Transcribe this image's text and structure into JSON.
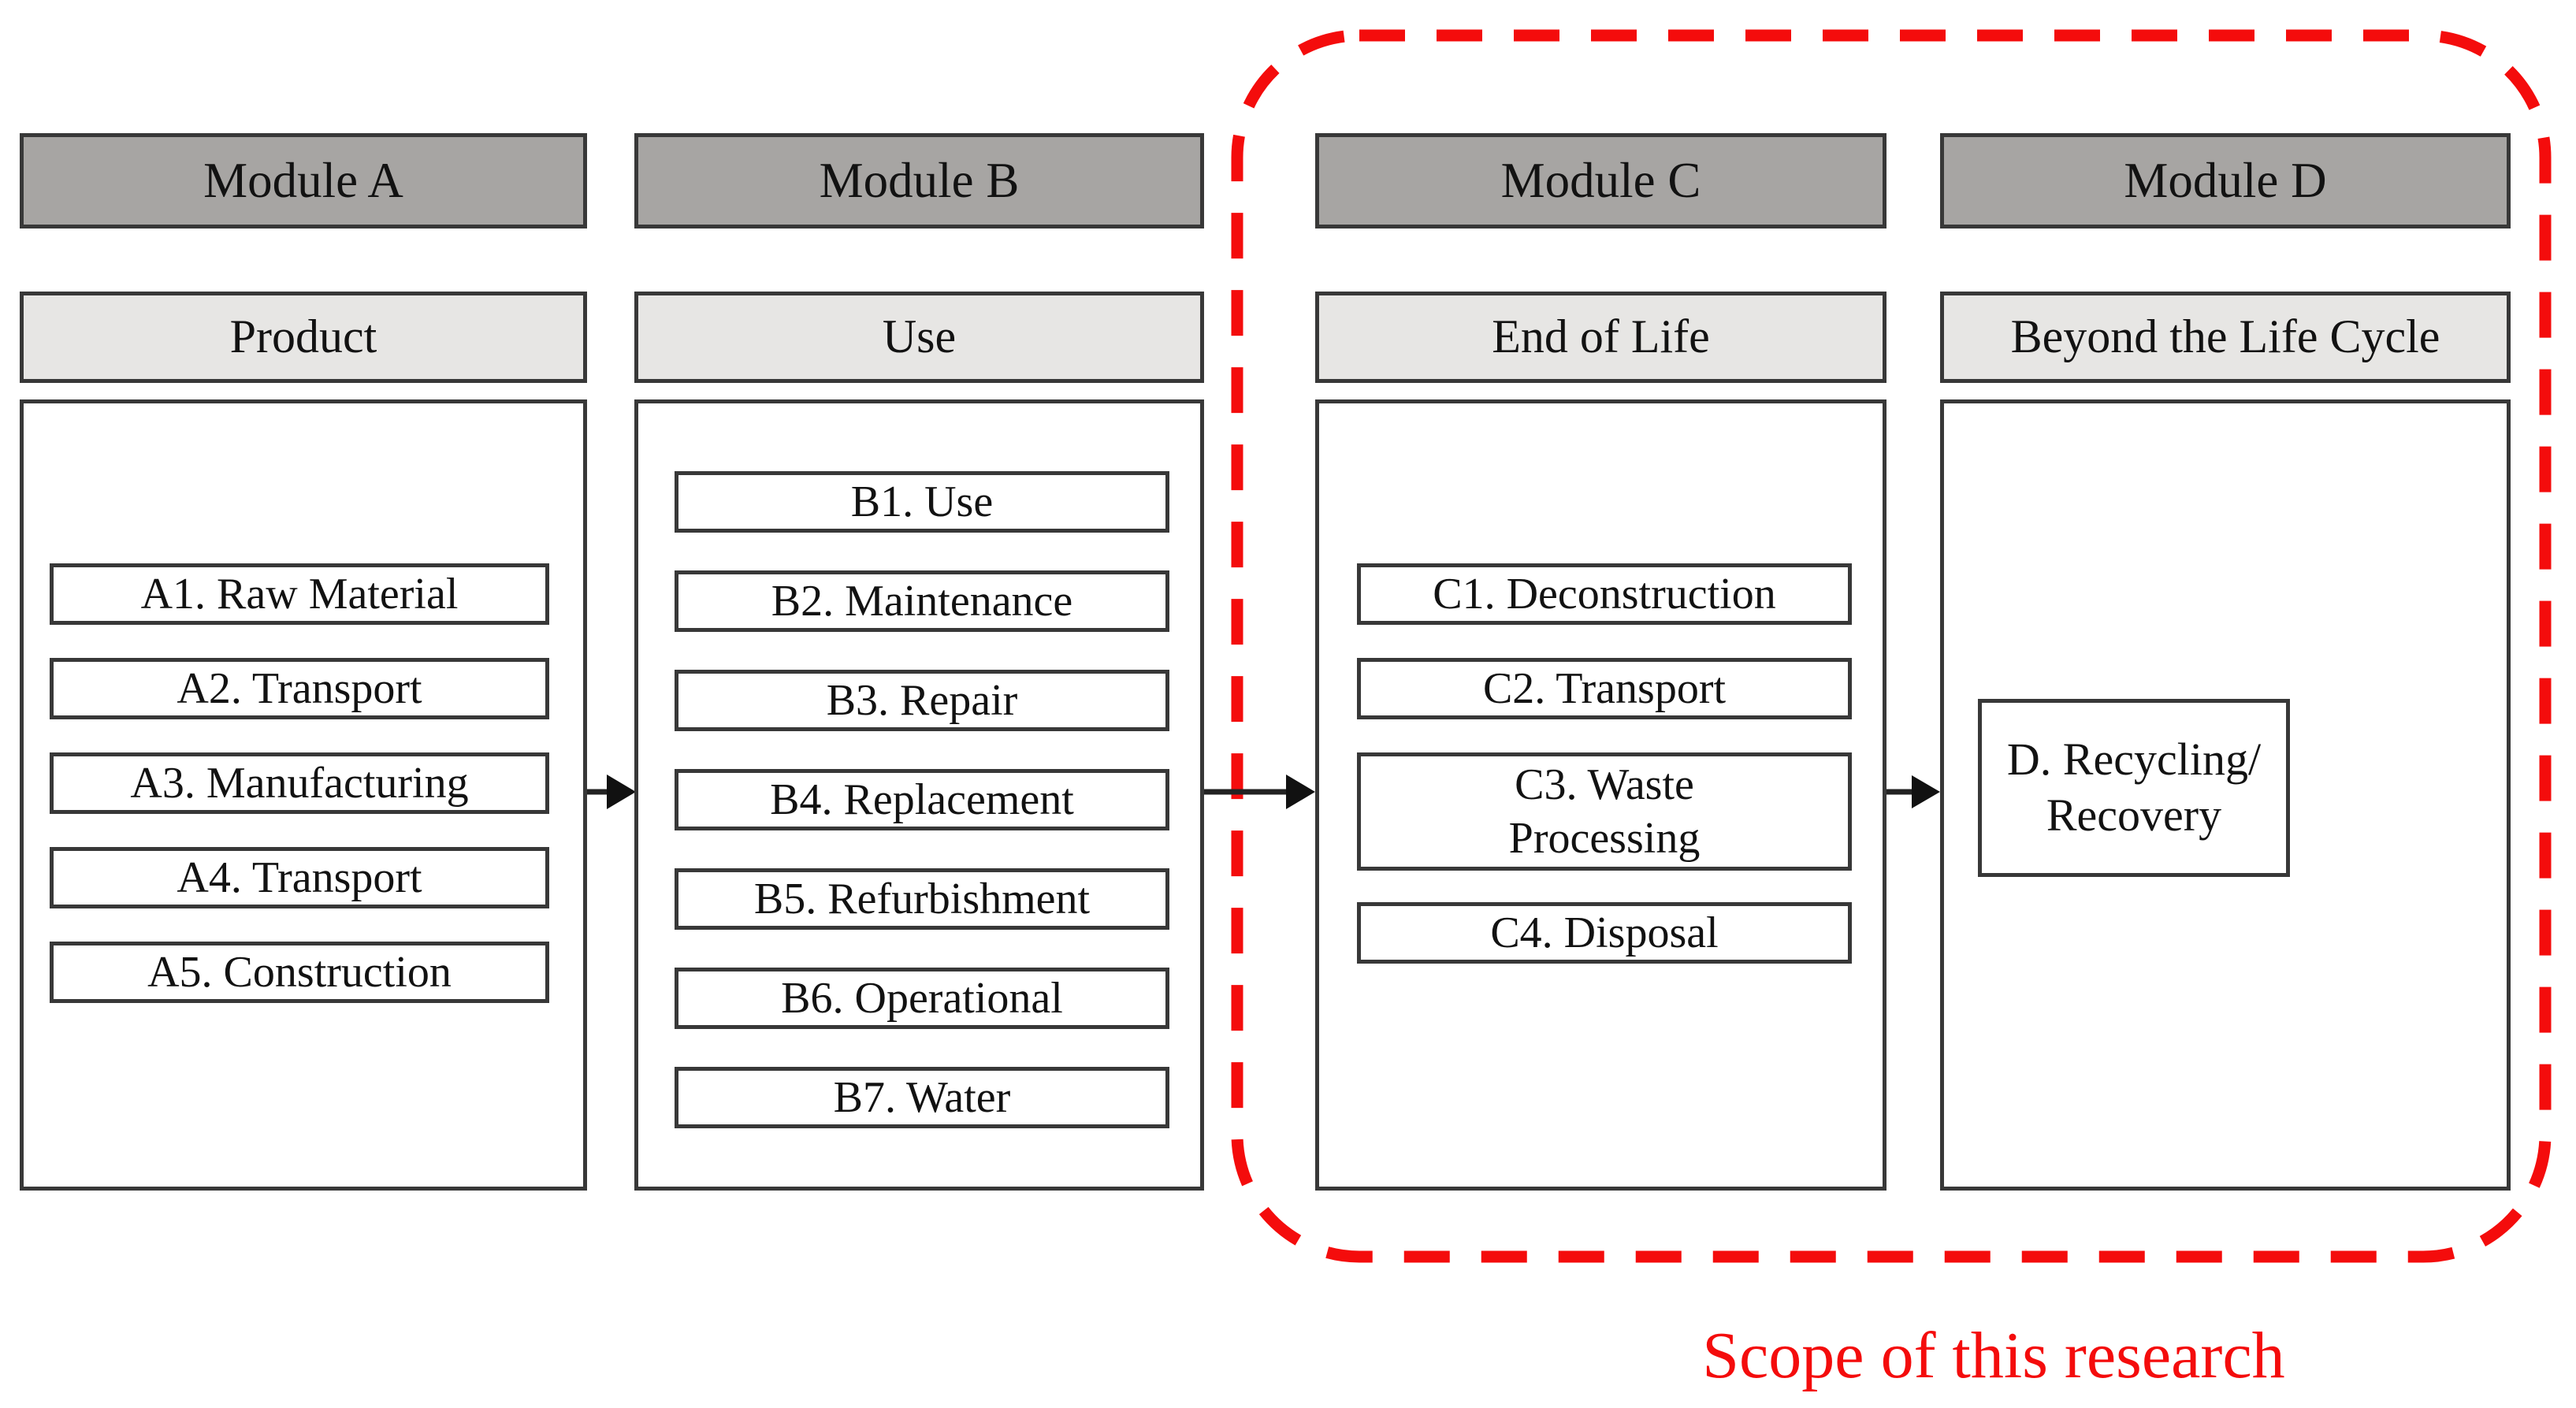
{
  "scope_label": "Scope of this research",
  "colors": {
    "module_header_fill": "#a7a5a3",
    "stage_header_fill": "#e7e6e4",
    "box_border": "#383838",
    "scope_red": "#f40c0c",
    "text": "#121212"
  },
  "columns": [
    {
      "header": "Module A",
      "subheader": "Product",
      "items": [
        "A1. Raw Material",
        "A2. Transport",
        "A3. Manufacturing",
        "A4. Transport",
        "A5. Construction"
      ]
    },
    {
      "header": "Module B",
      "subheader": "Use",
      "items": [
        "B1. Use",
        "B2. Maintenance",
        "B3. Repair",
        "B4. Replacement",
        "B5. Refurbishment",
        "B6. Operational",
        "B7. Water"
      ]
    },
    {
      "header": "Module C",
      "subheader": "End of Life",
      "items": [
        "C1. Deconstruction",
        "C2. Transport",
        "C3. Waste Processing",
        "C4. Disposal"
      ]
    },
    {
      "header": "Module D",
      "subheader": "Beyond the Life Cycle",
      "items": [
        "D. Recycling/ Recovery"
      ]
    }
  ],
  "arrows": [
    {
      "from": "Module A",
      "to": "Module B"
    },
    {
      "from": "Module B",
      "to": "Module C"
    },
    {
      "from": "Module C",
      "to": "Module D"
    }
  ]
}
